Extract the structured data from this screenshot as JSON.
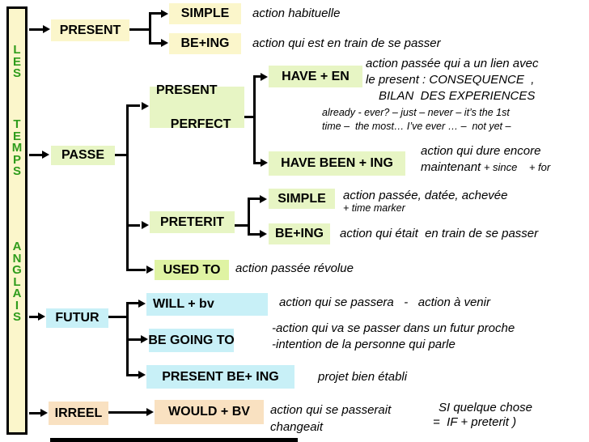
{
  "colors": {
    "box_yellow": "#fbf6cb",
    "box_green": "#e7f5c4",
    "box_lime": "#dff3a3",
    "box_cyan": "#c8f0f7",
    "box_peach": "#f9e1c1",
    "sidebar_letters": "#2f9c1c",
    "connector": "#000000"
  },
  "sidebar": {
    "word1": "L\nE\nS",
    "word2": "T\nE\nM\nP\nS",
    "word3": "A\nN\nG\nL\nA\nI\nS"
  },
  "nodes": {
    "present": {
      "label": "PRESENT"
    },
    "present_simple": {
      "label": "SIMPLE",
      "desc": "action habituelle"
    },
    "present_being": {
      "label": "BE+ING",
      "desc": "action qui est en train de se passer"
    },
    "passe": {
      "label": "PASSE"
    },
    "present_perfect": {
      "line1": "PRESENT",
      "line2": "PERFECT"
    },
    "have_en": {
      "label": "HAVE + EN",
      "desc1": "action passée qui a un lien avec",
      "desc2": "le present : CONSEQUENCE  ,",
      "desc3": "BILAN  DES EXPERIENCES",
      "markers1": "already - ever? – just – never – it’s the 1st",
      "markers2": "time –  the most… I’ve ever … –  not yet –"
    },
    "have_been_ing": {
      "label": "HAVE BEEN + ING",
      "desc1": "action qui dure encore",
      "desc2": "maintenant",
      "markers": " + since    + for"
    },
    "preterit": {
      "label": "PRETERIT"
    },
    "preterit_simple": {
      "label": "SIMPLE",
      "desc": "action passée, datée, achevée",
      "marker": "+ time marker"
    },
    "preterit_being": {
      "label": "BE+ING",
      "desc": "action qui était  en train de se passer"
    },
    "used_to": {
      "label": "USED TO",
      "desc": "action passée révolue"
    },
    "futur": {
      "label": "FUTUR"
    },
    "will": {
      "label": "WILL + bv",
      "desc": "action qui se passera   -   action à venir"
    },
    "be_going_to": {
      "label": "BE GOING TO",
      "desc1": "-action qui va se passer dans un futur proche",
      "desc2": "-intention de la personne qui parle"
    },
    "futur_being": {
      "label": "PRESENT BE+ ING",
      "desc": "projet bien établi"
    },
    "irreel": {
      "label": "IRREEL"
    },
    "would": {
      "label": "WOULD + BV",
      "desc1": "action qui se passerait",
      "desc2": "changeait",
      "cond1": "SI quelque chose",
      "cond2": "=  IF + preterit )"
    }
  }
}
